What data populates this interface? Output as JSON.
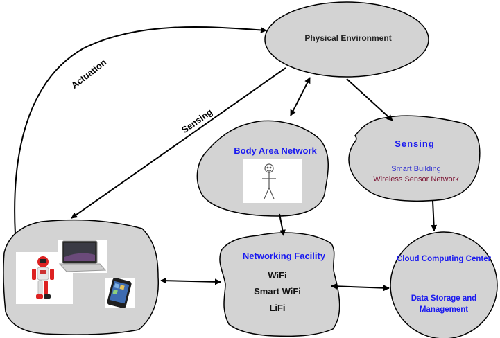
{
  "nodes": {
    "physical_environment": {
      "title": "Physical Environment"
    },
    "body_area_network": {
      "title": "Body Area Network"
    },
    "sensing": {
      "title": "Sensing",
      "items": [
        "Smart Building",
        "Wireless Sensor Network"
      ]
    },
    "networking_facility": {
      "title": "Networking Facility",
      "items": [
        "WiFi",
        "Smart WiFi",
        "LiFi"
      ]
    },
    "cloud": {
      "title": "Cloud Computing Center",
      "subtitle_line1": "Data Storage and",
      "subtitle_line2": "Management"
    },
    "devices": {
      "icons": [
        "humanoid-robot-icon",
        "laptop-icon",
        "smartphone-icon"
      ]
    }
  },
  "edges": {
    "actuation": "Actuation",
    "sensing": "Sensing"
  },
  "colors": {
    "blob_fill": "#d3d3d3",
    "stroke": "#000000",
    "title_blue": "#1a1af0",
    "smart_building": "#2b2bd0",
    "wsn": "#7a1030"
  }
}
